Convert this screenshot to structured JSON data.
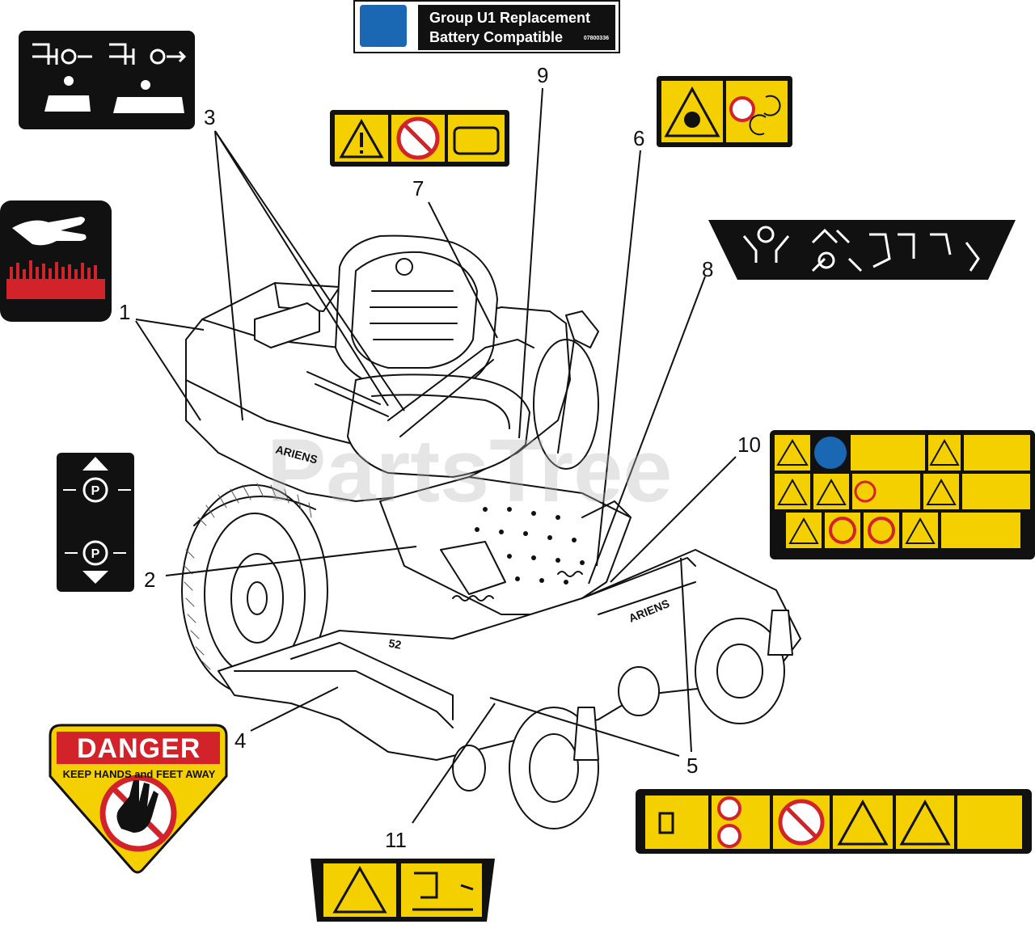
{
  "battery_decal": {
    "line1": "Group U1 Replacement",
    "line2": "Battery Compatible",
    "code": "07800336"
  },
  "danger_decal": {
    "title": "DANGER",
    "subtitle": "KEEP HANDS and FEET AWAY"
  },
  "watermark": "PartsTree",
  "callouts": [
    {
      "num": "1"
    },
    {
      "num": "2"
    },
    {
      "num": "3"
    },
    {
      "num": "4"
    },
    {
      "num": "5"
    },
    {
      "num": "6"
    },
    {
      "num": "7"
    },
    {
      "num": "8"
    },
    {
      "num": "9"
    },
    {
      "num": "10"
    },
    {
      "num": "11"
    }
  ],
  "brand_text": "ARIENS",
  "deck_size": "52",
  "colors": {
    "decal_yellow": "#f5d000",
    "decal_black": "#111111",
    "danger_red": "#d2232a",
    "info_blue": "#1a67b3"
  }
}
